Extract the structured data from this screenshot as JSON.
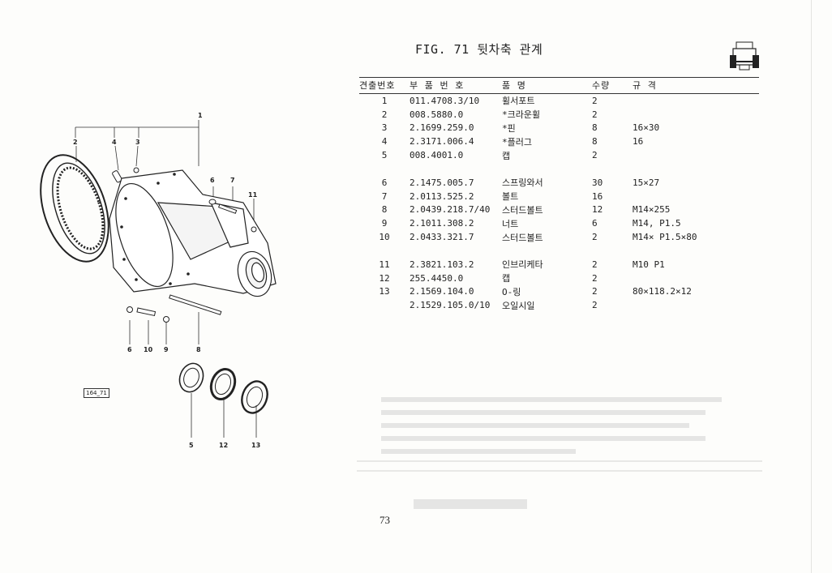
{
  "figure_title": "FIG. 71 뒷차축 관계",
  "icon": "tractor-rear-axle-icon",
  "columns": {
    "no": "견출번호",
    "part_no": "부 품 번 호",
    "name": "품      명",
    "qty": "수량",
    "spec": "규                격"
  },
  "rows": [
    {
      "no": "1",
      "part_no": "011.4708.3/10",
      "name": "휠서포트",
      "qty": "2",
      "spec": ""
    },
    {
      "no": "2",
      "part_no": "008.5880.0",
      "name": "*크라운휠",
      "qty": "2",
      "spec": ""
    },
    {
      "no": "3",
      "part_no": "2.1699.259.0",
      "name": "*핀",
      "qty": "8",
      "spec": "16×30"
    },
    {
      "no": "4",
      "part_no": "2.3171.006.4",
      "name": "*플러그",
      "qty": "8",
      "spec": "16"
    },
    {
      "no": "5",
      "part_no": "008.4001.0",
      "name": "캡",
      "qty": "2",
      "spec": ""
    },
    {
      "gap": true
    },
    {
      "no": "6",
      "part_no": "2.1475.005.7",
      "name": "스프링와서",
      "qty": "30",
      "spec": "15×27"
    },
    {
      "no": "7",
      "part_no": "2.0113.525.2",
      "name": "볼트",
      "qty": "16",
      "spec": ""
    },
    {
      "no": "8",
      "part_no": "2.0439.218.7/40",
      "name": "스터드볼트",
      "qty": "12",
      "spec": "M14×255"
    },
    {
      "no": "9",
      "part_no": "2.1011.308.2",
      "name": "너트",
      "qty": "6",
      "spec": "M14, P1.5"
    },
    {
      "no": "10",
      "part_no": "2.0433.321.7",
      "name": "스터드볼트",
      "qty": "2",
      "spec": "M14× P1.5×80"
    },
    {
      "gap": true
    },
    {
      "no": "11",
      "part_no": "2.3821.103.2",
      "name": "인브리케타",
      "qty": "2",
      "spec": "M10 P1"
    },
    {
      "no": "12",
      "part_no": "255.4450.0",
      "name": "캡",
      "qty": "2",
      "spec": ""
    },
    {
      "no": "13",
      "part_no": "2.1569.104.0",
      "name": "O-링",
      "qty": "2",
      "spec": "80×118.2×12"
    },
    {
      "no": "",
      "part_no": "2.1529.105.0/10",
      "name": "오일시일",
      "qty": "2",
      "spec": ""
    }
  ],
  "figure_code": "164_71",
  "callouts": [
    "1",
    "2",
    "4",
    "3",
    "6",
    "7",
    "11",
    "6",
    "10",
    "9",
    "8",
    "5",
    "12",
    "13"
  ],
  "page_number": "73"
}
